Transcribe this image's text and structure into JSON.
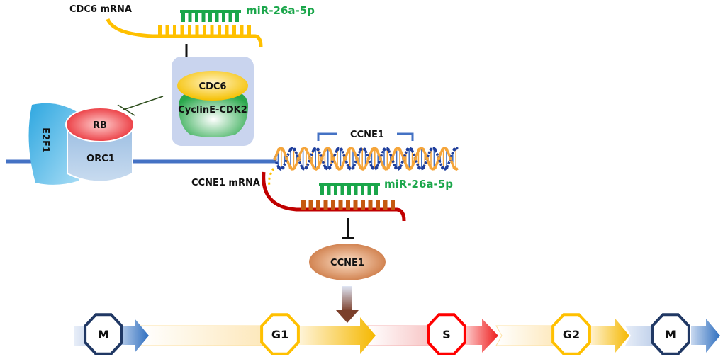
{
  "labels": {
    "cdc6_mrna": "CDC6 mRNA",
    "mir_top": "miR-26a-5p",
    "cdc6": "CDC6",
    "cyclin_cdk2": "CyclinE-CDK2",
    "rb": "RB",
    "e2f1": "E2F1",
    "orc1": "ORC1",
    "ccne1_gene": "CCNE1",
    "ccne1_mrna": "CCNE1 mRNA",
    "mir_bottom": "miR-26a-5p",
    "ccne1_protein": "CCNE1"
  },
  "cell_cycle": {
    "phases": [
      "M",
      "G1",
      "S",
      "G2",
      "M"
    ]
  },
  "colors": {
    "mirna_green": "#1aa64a",
    "cdc6_mrna_yellow": "#ffc000",
    "ccne1_mrna_red": "#c00000",
    "ccne1_mrna_teeth": "#c55a11",
    "dna_blue": "#1f3e9c",
    "dna_orange": "#f5a53a",
    "chromatin_line": "#4472c4",
    "phase_m": "#203864",
    "phase_g": "#ffc000",
    "phase_s": "#ff0000"
  }
}
